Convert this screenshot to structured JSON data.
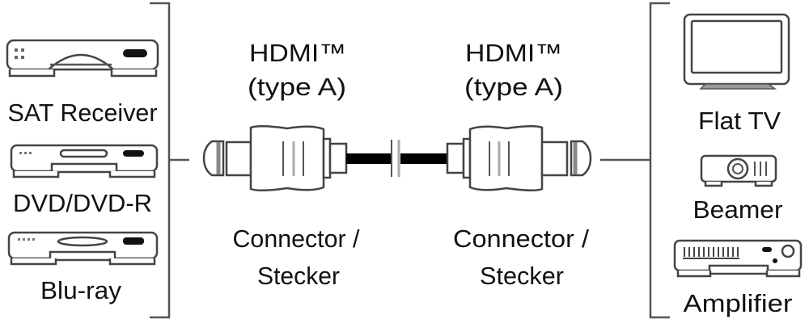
{
  "sources": [
    {
      "label": "SAT Receiver",
      "icon": "satellite-receiver-icon"
    },
    {
      "label": "DVD/DVD-R",
      "icon": "dvd-player-icon"
    },
    {
      "label": "Blu-ray",
      "icon": "bluray-player-icon"
    }
  ],
  "connectors": [
    {
      "type_line1": "HDMI™",
      "type_line2": "(type A)",
      "name_line1": "Connector /",
      "name_line2": "Stecker"
    },
    {
      "type_line1": "HDMI™",
      "type_line2": "(type A)",
      "name_line1": "Connector /",
      "name_line2": "Stecker"
    }
  ],
  "targets": [
    {
      "label": "Flat TV",
      "icon": "flat-tv-icon"
    },
    {
      "label": "Beamer",
      "icon": "projector-icon"
    },
    {
      "label": "Amplifier",
      "icon": "amplifier-icon"
    }
  ],
  "colors": {
    "line": "#555555",
    "cable": "#000000",
    "text": "#111111"
  }
}
